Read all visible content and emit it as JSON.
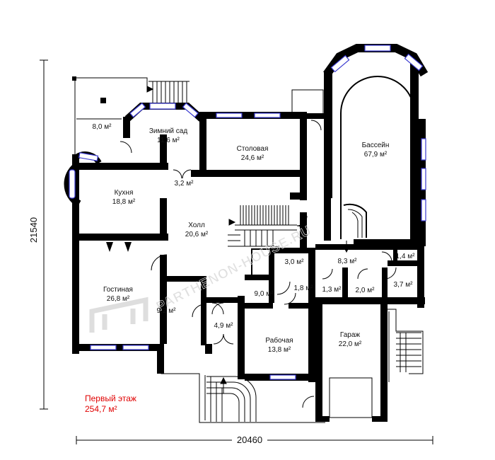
{
  "plan": {
    "rooms": [
      {
        "id": "terrace",
        "name": "",
        "area": "8,0 м²"
      },
      {
        "id": "winter-garden",
        "name": "Зимний сад",
        "area": "11,6 м²"
      },
      {
        "id": "dining",
        "name": "Столовая",
        "area": "24,6 м²"
      },
      {
        "id": "pool",
        "name": "Бассейн",
        "area": "67,9 м²"
      },
      {
        "id": "kitchen",
        "name": "Кухня",
        "area": "18,8 м²"
      },
      {
        "id": "closet-a",
        "name": "",
        "area": "3,2 м²"
      },
      {
        "id": "hall",
        "name": "Холл",
        "area": "20,6 м²"
      },
      {
        "id": "corridor",
        "name": "",
        "area": "8,3 м²"
      },
      {
        "id": "wc-a",
        "name": "",
        "area": "1,4 м²"
      },
      {
        "id": "closet-b",
        "name": "",
        "area": "3,0 м²"
      },
      {
        "id": "living",
        "name": "Гостиная",
        "area": "26,8 м²"
      },
      {
        "id": "hallway",
        "name": "",
        "area": "9,0 м²"
      },
      {
        "id": "closet-c",
        "name": "",
        "area": "1,8 м²"
      },
      {
        "id": "closet-d",
        "name": "",
        "area": "1,3 м²"
      },
      {
        "id": "closet-e",
        "name": "",
        "area": "2,0 м²"
      },
      {
        "id": "shower",
        "name": "",
        "area": "3,7 м²"
      },
      {
        "id": "boiler",
        "name": "",
        "area": "9,2 м²"
      },
      {
        "id": "vestibule",
        "name": "",
        "area": "4,9 м²"
      },
      {
        "id": "study",
        "name": "Рабочая",
        "area": "13,8 м²"
      },
      {
        "id": "garage",
        "name": "Гараж",
        "area": "22,0 м²"
      }
    ],
    "dimensions": {
      "height": "21540",
      "width": "20460"
    },
    "floor": {
      "name": "Первый этаж",
      "area": "254,7 м²"
    },
    "watermark": "PARTHENON-HOUSE.RU",
    "colors": {
      "wall": "#000000",
      "window": "#3a3ad0",
      "floor_label": "#e00000"
    }
  }
}
